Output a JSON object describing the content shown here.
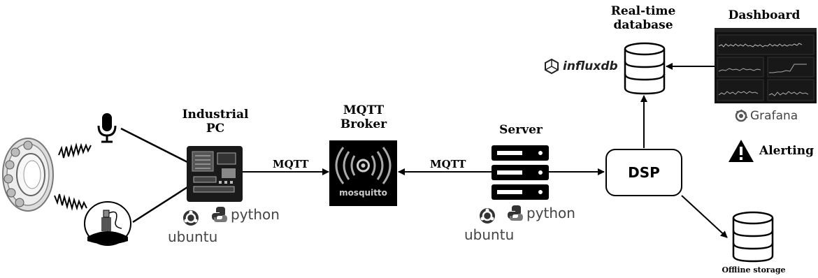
{
  "nodes": {
    "industrial_pc": {
      "line1": "Industrial",
      "line2": "PC"
    },
    "mqtt_broker": {
      "line1": "MQTT",
      "line2": "Broker",
      "logo_text": "mosquitto"
    },
    "server": {
      "label": "Server"
    },
    "dsp": {
      "label": "DSP"
    },
    "realtime_db": {
      "line1": "Real-time",
      "line2": "database"
    },
    "dashboard": {
      "label": "Dashboard"
    },
    "offline_storage": {
      "label": "Offline storage"
    }
  },
  "edges": {
    "pc_to_broker": "MQTT",
    "server_to_broker": "MQTT"
  },
  "brands": {
    "ubuntu_pc": "ubuntu",
    "python_pc": "python",
    "ubuntu_server": "ubuntu",
    "python_server": "python",
    "influxdb": "influxdb",
    "grafana": "Grafana",
    "alerting": "Alerting"
  },
  "colors": {
    "ink": "#000000",
    "dark_panel": "#111111",
    "grey_text": "#444444"
  }
}
